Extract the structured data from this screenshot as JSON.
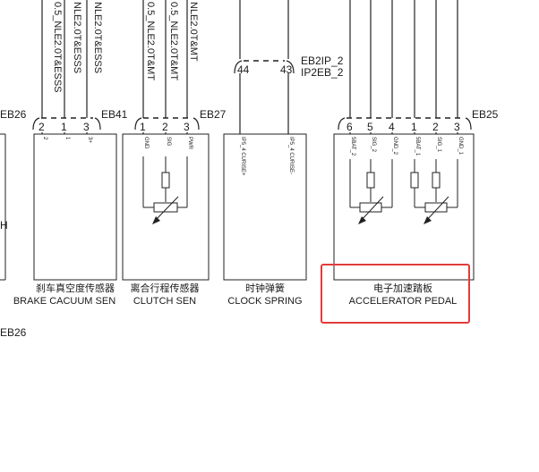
{
  "wires": {
    "brake": [
      "0.5_NLE2.0T&ESSS",
      "NLE2.0T&ESSS",
      "NLE2.0T&ESSS"
    ],
    "clutch": [
      "0.5_NLE2.0T&MT",
      "0.5_NLE2.0T&MT",
      "NLE2.0T&MT"
    ]
  },
  "connectors": {
    "eb26": "EB26",
    "eb41": "EB41",
    "eb27": "EB27",
    "eb25": "EB25",
    "eb26_bottom": "EB26",
    "eb2ip": "EB2IP_2",
    "ip2eb": "IP2EB_2",
    "pin44": "44",
    "pin43": "43"
  },
  "pins": {
    "brake": [
      "2",
      "1",
      "3"
    ],
    "clutch": [
      "1",
      "2",
      "3"
    ],
    "accel": [
      "6",
      "5",
      "4",
      "1",
      "2",
      "3"
    ]
  },
  "signals": {
    "brake": [
      "2",
      "1",
      "3+"
    ],
    "clutch": [
      "GND",
      "SIG",
      "PWR"
    ],
    "clock": [
      "IP5_4 CURISE+",
      "IP5_4 CURISE-"
    ],
    "accel": [
      "5BAT_2",
      "SIG_2",
      "GND_2",
      "5BAT_1",
      "SIG_1",
      "GND_1"
    ]
  },
  "components": {
    "left_partial": "H",
    "brake": {
      "cn": "刹车真空度传感器",
      "en": "BRAKE CACUUM SEN"
    },
    "clutch": {
      "cn": "离合行程传感器",
      "en": "CLUTCH SEN"
    },
    "clock": {
      "cn": "时钟弹簧",
      "en": "CLOCK SPRING"
    },
    "accel": {
      "cn": "电子加速踏板",
      "en": "ACCELERATOR PEDAL"
    }
  },
  "colors": {
    "line": "#222222",
    "highlight": "#e23b3b",
    "background": "#ffffff"
  }
}
